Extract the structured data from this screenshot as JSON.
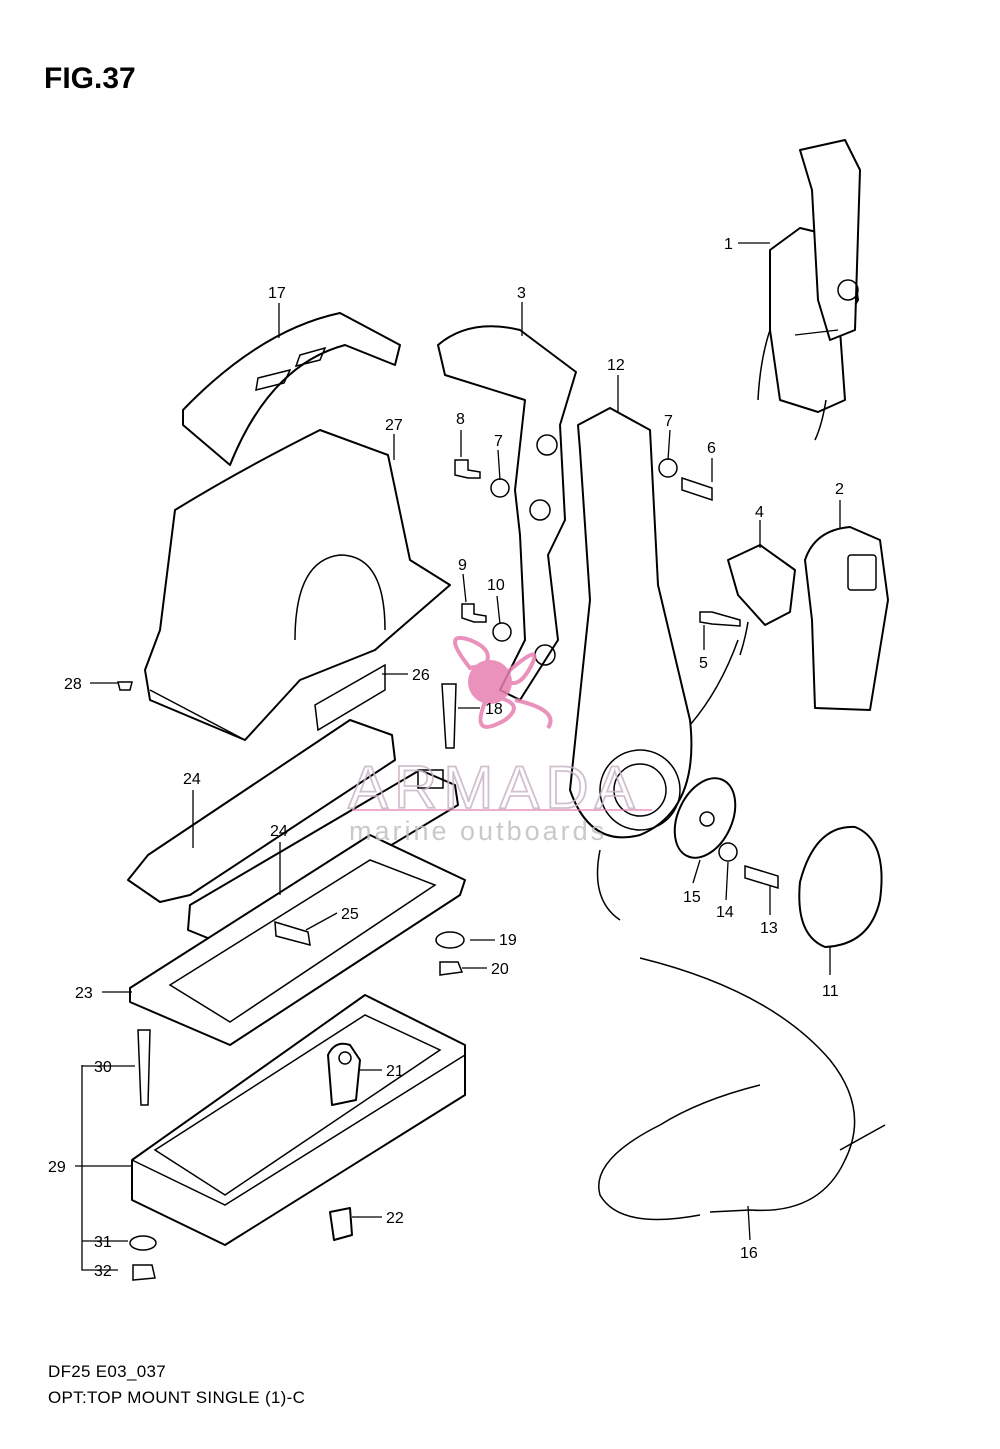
{
  "figure": {
    "title": "FIG.37",
    "model_line": "DF25 E03_037",
    "description_line": "OPT:TOP MOUNT SINGLE (1)-C"
  },
  "watermark": {
    "brand": "ARMADA",
    "tagline": "marine outboards",
    "logo_color": "#e77fb0"
  },
  "callouts": [
    "1",
    "2",
    "3",
    "4",
    "5",
    "6",
    "7",
    "7",
    "8",
    "9",
    "10",
    "11",
    "12",
    "13",
    "14",
    "15",
    "16",
    "17",
    "18",
    "19",
    "20",
    "21",
    "22",
    "23",
    "24",
    "24",
    "25",
    "26",
    "27",
    "28",
    "29",
    "30",
    "31",
    "32"
  ]
}
